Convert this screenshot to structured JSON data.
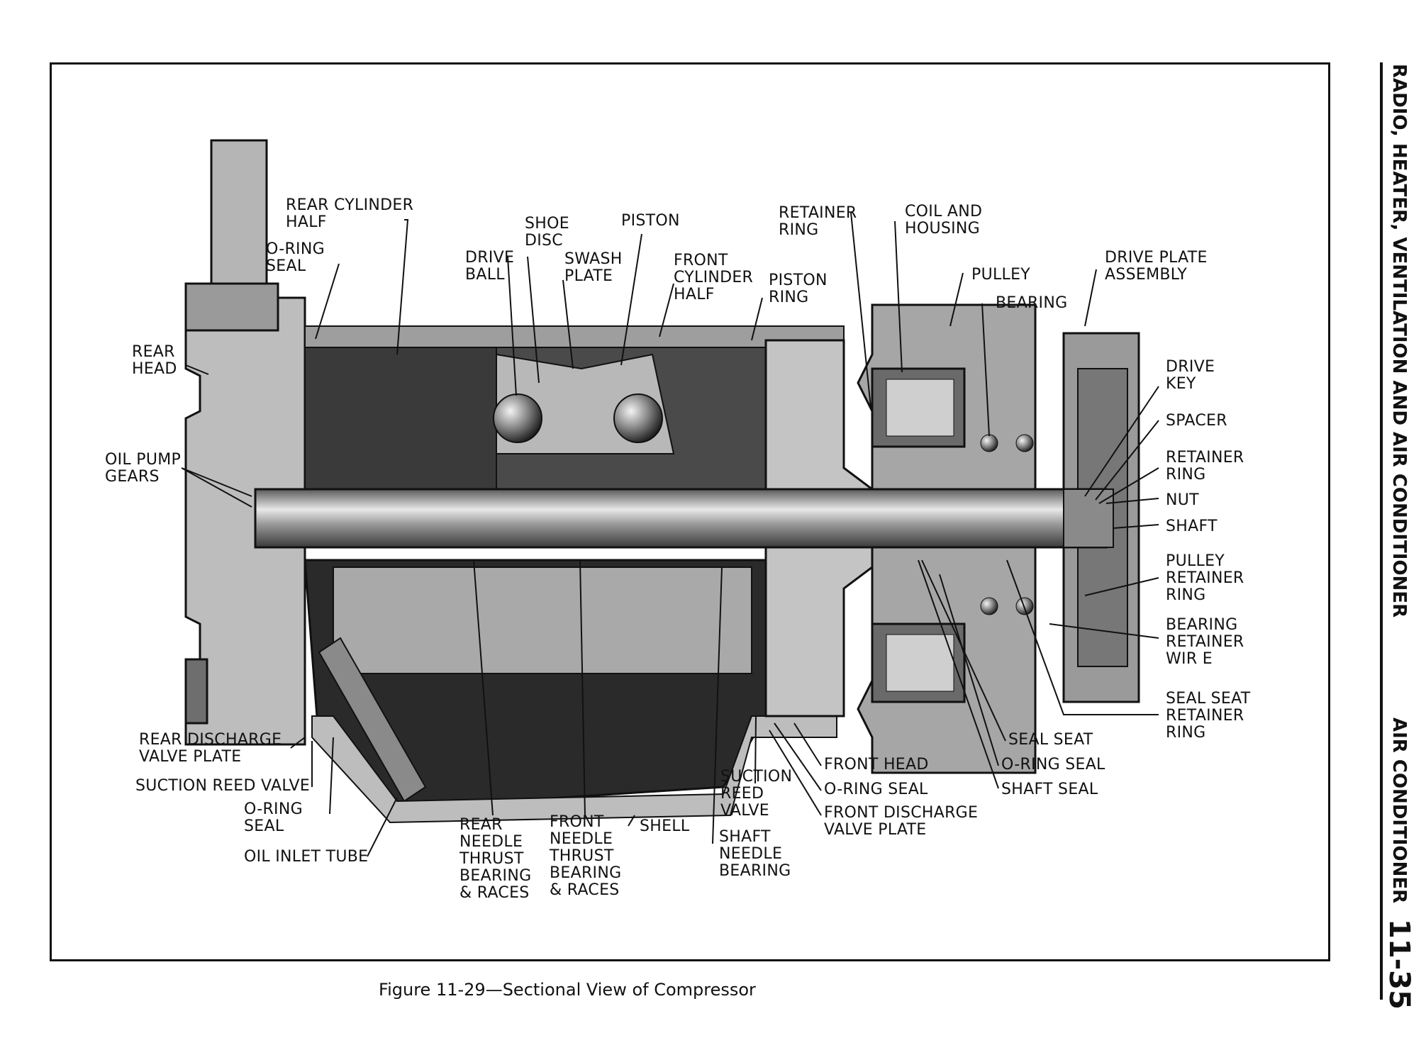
{
  "figure": {
    "caption": "Figure 11-29—Sectional View of Compressor",
    "labels": {
      "rear_cylinder_half": [
        "REAR CYLINDER",
        "HALF"
      ],
      "o_ring_seal_top": [
        "O-RING",
        "SEAL"
      ],
      "rear_head": [
        "REAR",
        "HEAD"
      ],
      "oil_pump_gears": [
        "OIL PUMP",
        "GEARS"
      ],
      "drive_ball": [
        "DRIVE",
        "BALL"
      ],
      "shoe_disc": [
        "SHOE",
        "DISC"
      ],
      "swash_plate": [
        "SWASH",
        "PLATE"
      ],
      "piston": [
        "PISTON"
      ],
      "front_cylinder_half": [
        "FRONT",
        "CYLINDER",
        "HALF"
      ],
      "piston_ring": [
        "PISTON",
        "RING"
      ],
      "retainer_ring_top": [
        "RETAINER",
        "RING"
      ],
      "coil_and_housing": [
        "COIL AND",
        "HOUSING"
      ],
      "pulley": [
        "PULLEY"
      ],
      "bearing": [
        "BEARING"
      ],
      "drive_plate_assembly": [
        "DRIVE PLATE",
        "ASSEMBLY"
      ],
      "drive_key": [
        "DRIVE",
        "KEY"
      ],
      "spacer": [
        "SPACER"
      ],
      "retainer_ring_right": [
        "RETAINER",
        "RING"
      ],
      "nut": [
        "NUT"
      ],
      "shaft": [
        "SHAFT"
      ],
      "pulley_retainer_ring": [
        "PULLEY",
        "RETAINER",
        "RING"
      ],
      "bearing_retainer_wire": [
        "BEARING",
        "RETAINER",
        "WIR E"
      ],
      "seal_seat_retainer_ring": [
        "SEAL SEAT",
        "RETAINER",
        "RING"
      ],
      "seal_seat": [
        "SEAL SEAT"
      ],
      "o_ring_seal_front": [
        "O-RING SEAL"
      ],
      "shaft_seal": [
        "SHAFT SEAL"
      ],
      "front_head": [
        "FRONT HEAD"
      ],
      "o_ring_seal_mid": [
        "O-RING SEAL"
      ],
      "front_discharge_valve_plate": [
        "FRONT DISCHARGE",
        "VALVE PLATE"
      ],
      "shaft_needle_bearing": [
        "SHAFT",
        "NEEDLE",
        "BEARING"
      ],
      "suction_reed_valve_front": [
        "SUCTION",
        "REED",
        "VALVE"
      ],
      "shell": [
        "SHELL"
      ],
      "front_needle_thrust": [
        "FRONT",
        "NEEDLE",
        "THRUST",
        "BEARING",
        "& RACES"
      ],
      "rear_needle_thrust": [
        "REAR",
        "NEEDLE",
        "THRUST",
        "BEARING",
        "& RACES"
      ],
      "oil_inlet_tube": [
        "OIL INLET TUBE"
      ],
      "o_ring_seal_bottom": [
        "O-RING",
        "SEAL"
      ],
      "suction_reed_valve_rear": [
        "SUCTION REED VALVE"
      ],
      "rear_discharge_valve_plate": [
        "REAR DISCHARGE",
        "VALVE PLATE"
      ]
    }
  },
  "side": {
    "header": "RADIO, HEATER, VENTILATION AND AIR CONDITIONER",
    "section": "AIR CONDITIONER",
    "page": "11-35"
  },
  "colors": {
    "ink": "#111111",
    "metal_light": "#bdbdbd",
    "metal_mid": "#8f8f8f",
    "metal_dark": "#3a3a3a",
    "cavity": "#1c1c1c"
  }
}
